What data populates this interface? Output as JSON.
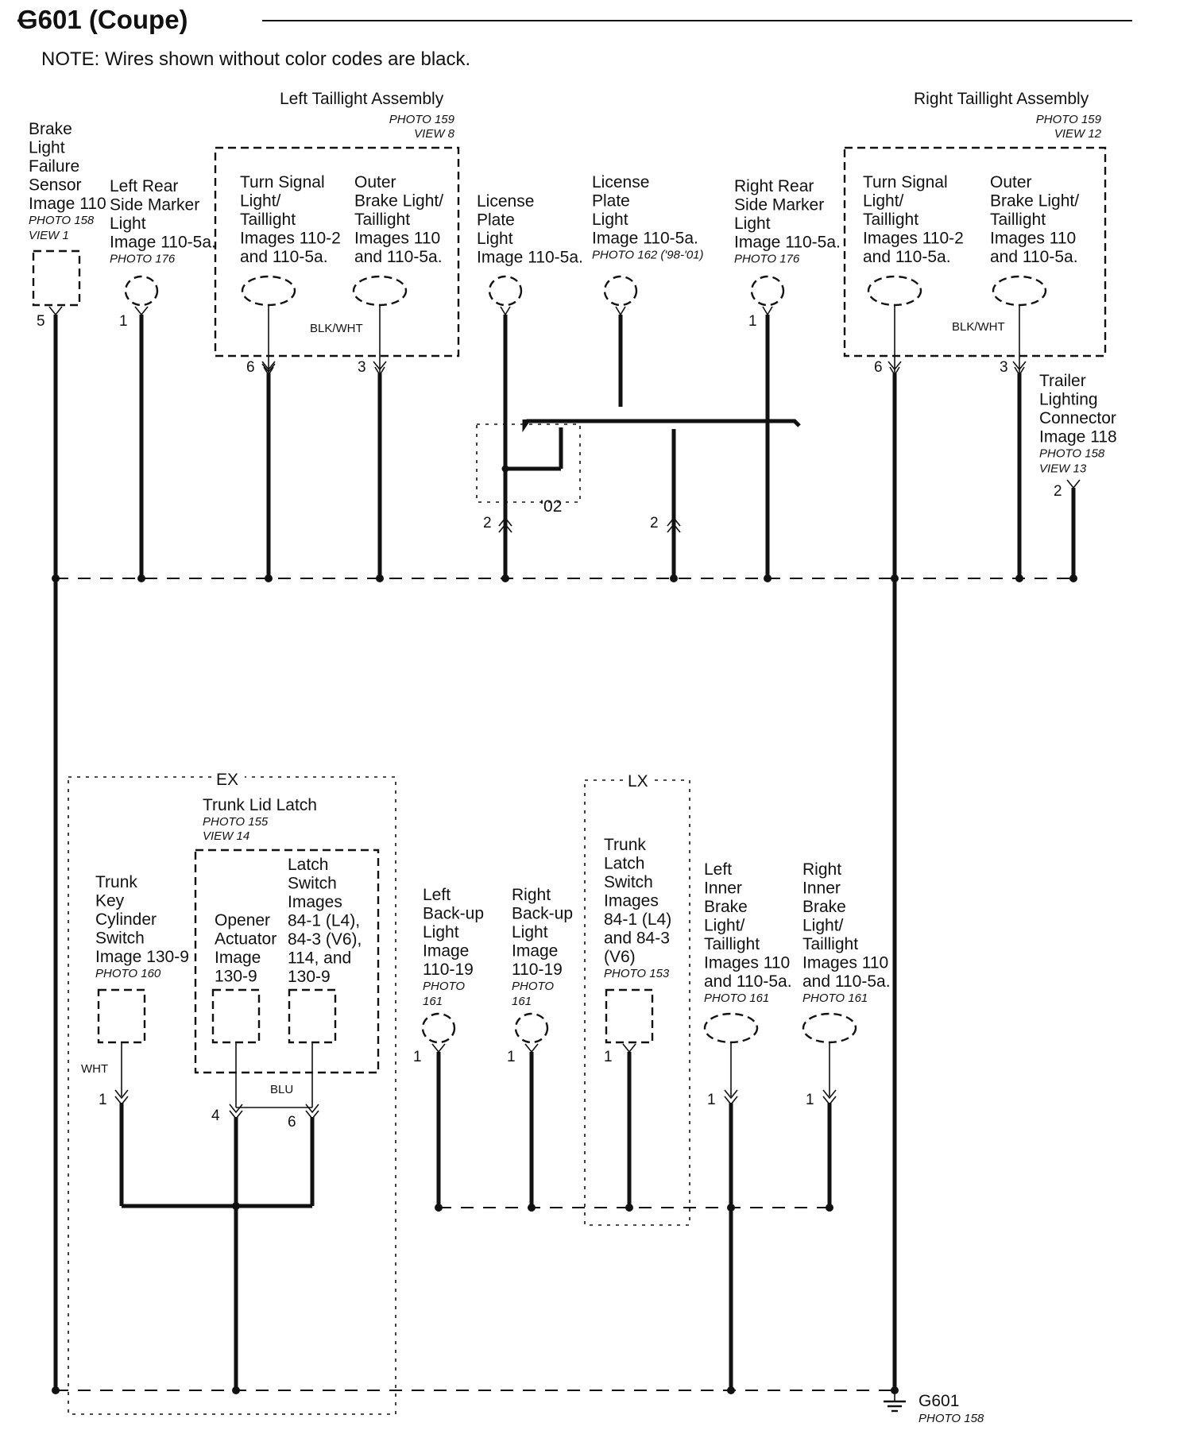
{
  "title": "G601 (Coupe)",
  "note": "NOTE: Wires shown without color codes are black.",
  "assemblies": {
    "left": {
      "label": "Left Taillight Assembly",
      "photo": "PHOTO 159",
      "view": "VIEW 8"
    },
    "right": {
      "label": "Right Taillight Assembly",
      "photo": "PHOTO 159",
      "view": "VIEW 12"
    }
  },
  "top_components": [
    {
      "lines": [
        "Brake",
        "Light",
        "Failure",
        "Sensor",
        "Image 110"
      ],
      "photo": [
        "PHOTO 158",
        "VIEW 1"
      ],
      "pin": "5"
    },
    {
      "lines": [
        "Left Rear",
        "Side Marker",
        "Light",
        "Image 110-5a."
      ],
      "photo": [
        "PHOTO 176"
      ],
      "pin": "1"
    },
    {
      "lines": [
        "Turn Signal",
        "Light/",
        "Taillight",
        "Images 110-2",
        "and 110-5a."
      ],
      "photo": [],
      "pin": "6"
    },
    {
      "lines": [
        "Outer",
        "Brake Light/",
        "Taillight",
        "Images 110",
        "and 110-5a."
      ],
      "photo": [],
      "pin": "3"
    },
    {
      "lines": [
        "License",
        "Plate",
        "Light",
        "Image 110-5a."
      ],
      "photo": [],
      "pin": "2"
    },
    {
      "lines": [
        "License",
        "Plate",
        "Light",
        "Image 110-5a."
      ],
      "photo": [
        "PHOTO 162 ('98-'01)"
      ],
      "pin": "2"
    },
    {
      "lines": [
        "Right Rear",
        "Side Marker",
        "Light",
        "Image 110-5a."
      ],
      "photo": [
        "PHOTO 176"
      ],
      "pin": "1"
    },
    {
      "lines": [
        "Turn Signal",
        "Light/",
        "Taillight",
        "Images 110-2",
        "and 110-5a."
      ],
      "photo": [],
      "pin": "6"
    },
    {
      "lines": [
        "Outer",
        "Brake Light/",
        "Taillight",
        "Images 110",
        "and 110-5a."
      ],
      "photo": [],
      "pin": "3"
    },
    {
      "lines": [
        "Trailer",
        "Lighting",
        "Connector",
        "Image 118"
      ],
      "photo": [
        "PHOTO 158",
        "VIEW 13"
      ],
      "pin": "2"
    }
  ],
  "wire_colors": {
    "left_brake": "BLK/WHT",
    "right_brake": "BLK/WHT",
    "trunk_key": "WHT",
    "latch": "BLU"
  },
  "year_label": "'02",
  "groups": {
    "ex": "EX",
    "lx": "LX"
  },
  "trunk_lid_latch": {
    "label": "Trunk Lid Latch",
    "photo": "PHOTO 155",
    "view": "VIEW 14"
  },
  "bottom_components": [
    {
      "lines": [
        "Trunk",
        "Key",
        "Cylinder",
        "Switch",
        "Image 130-9"
      ],
      "photo": [
        "PHOTO 160"
      ],
      "pin": "1"
    },
    {
      "lines": [
        "Opener",
        "Actuator",
        "Image",
        "130-9"
      ],
      "photo": [],
      "pin": "4"
    },
    {
      "lines": [
        "Latch",
        "Switch",
        "Images",
        "84-1 (L4),",
        "84-3 (V6),",
        "114, and",
        "130-9"
      ],
      "photo": [],
      "pin": "6"
    },
    {
      "lines": [
        "Left",
        "Back-up",
        "Light",
        "Image",
        "110-19"
      ],
      "photo": [
        "PHOTO",
        "161"
      ],
      "pin": "1"
    },
    {
      "lines": [
        "Right",
        "Back-up",
        "Light",
        "Image",
        "110-19"
      ],
      "photo": [
        "PHOTO",
        "161"
      ],
      "pin": "1"
    },
    {
      "lines": [
        "Trunk",
        "Latch",
        "Switch",
        "Images",
        "84-1 (L4)",
        "and 84-3",
        "(V6)"
      ],
      "photo": [
        "PHOTO 153"
      ],
      "pin": "1"
    },
    {
      "lines": [
        "Left",
        "Inner",
        "Brake",
        "Light/",
        "Taillight",
        "Images 110",
        "and 110-5a."
      ],
      "photo": [
        "PHOTO 161"
      ],
      "pin": "1"
    },
    {
      "lines": [
        "Right",
        "Inner",
        "Brake",
        "Light/",
        "Taillight",
        "Images 110",
        "and 110-5a."
      ],
      "photo": [
        "PHOTO 161"
      ],
      "pin": "1"
    }
  ],
  "ground": {
    "label": "G601",
    "photo": "PHOTO 158"
  }
}
